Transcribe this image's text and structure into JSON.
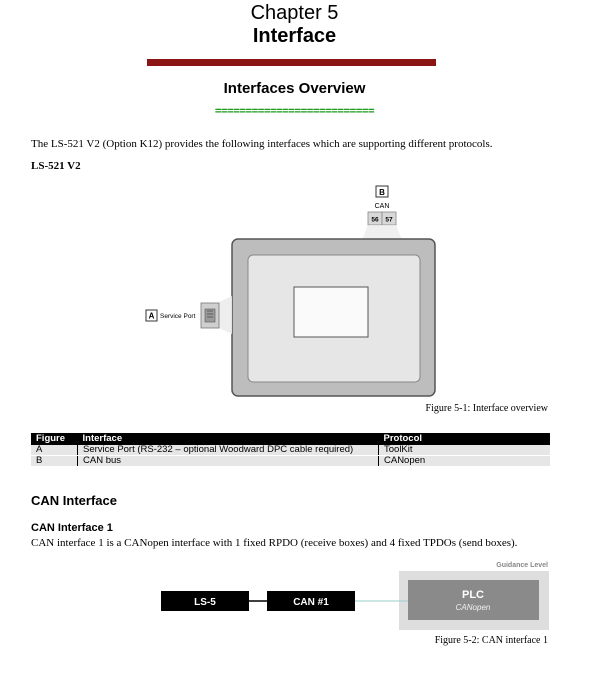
{
  "header": {
    "chapter_label": "Chapter 5",
    "chapter_title": "Interface"
  },
  "section": {
    "title": "Interfaces Overview",
    "underline": "==========================",
    "intro": "The LS-521 V2 (Option K12) provides the following interfaces which are supporting different protocols.",
    "device_label": "LS-521 V2"
  },
  "figure1": {
    "port_b_letter": "B",
    "port_b_name": "CAN",
    "pin_56": "56",
    "pin_57": "57",
    "port_a_letter": "A",
    "port_a_name": "Service Port",
    "caption": "Figure 5-1: Interface overview"
  },
  "table": {
    "headers": [
      "Figure",
      "Interface",
      "Protocol"
    ],
    "rows": [
      [
        "A",
        "Service Port (RS-232 – optional Woodward DPC cable required)",
        "ToolKit"
      ],
      [
        "B",
        "CAN bus",
        "CANopen"
      ]
    ]
  },
  "can": {
    "heading": "CAN Interface",
    "sub_heading": "CAN Interface 1",
    "description": "CAN interface 1 is a CANopen interface with 1 fixed RPDO (receive boxes) and 4  fixed TPDOs (send boxes)."
  },
  "figure2": {
    "guidance": "Guidance Level",
    "node_ls5": "LS-5",
    "node_can": "CAN #1",
    "plc_title": "PLC",
    "plc_sub": "CANopen",
    "caption": "Figure 5-2: CAN interface 1"
  },
  "colors": {
    "rule": "#8b1414",
    "underline": "#1f9a1f",
    "plc_box": "#8a8a8a",
    "plc_panel": "#dedede"
  }
}
